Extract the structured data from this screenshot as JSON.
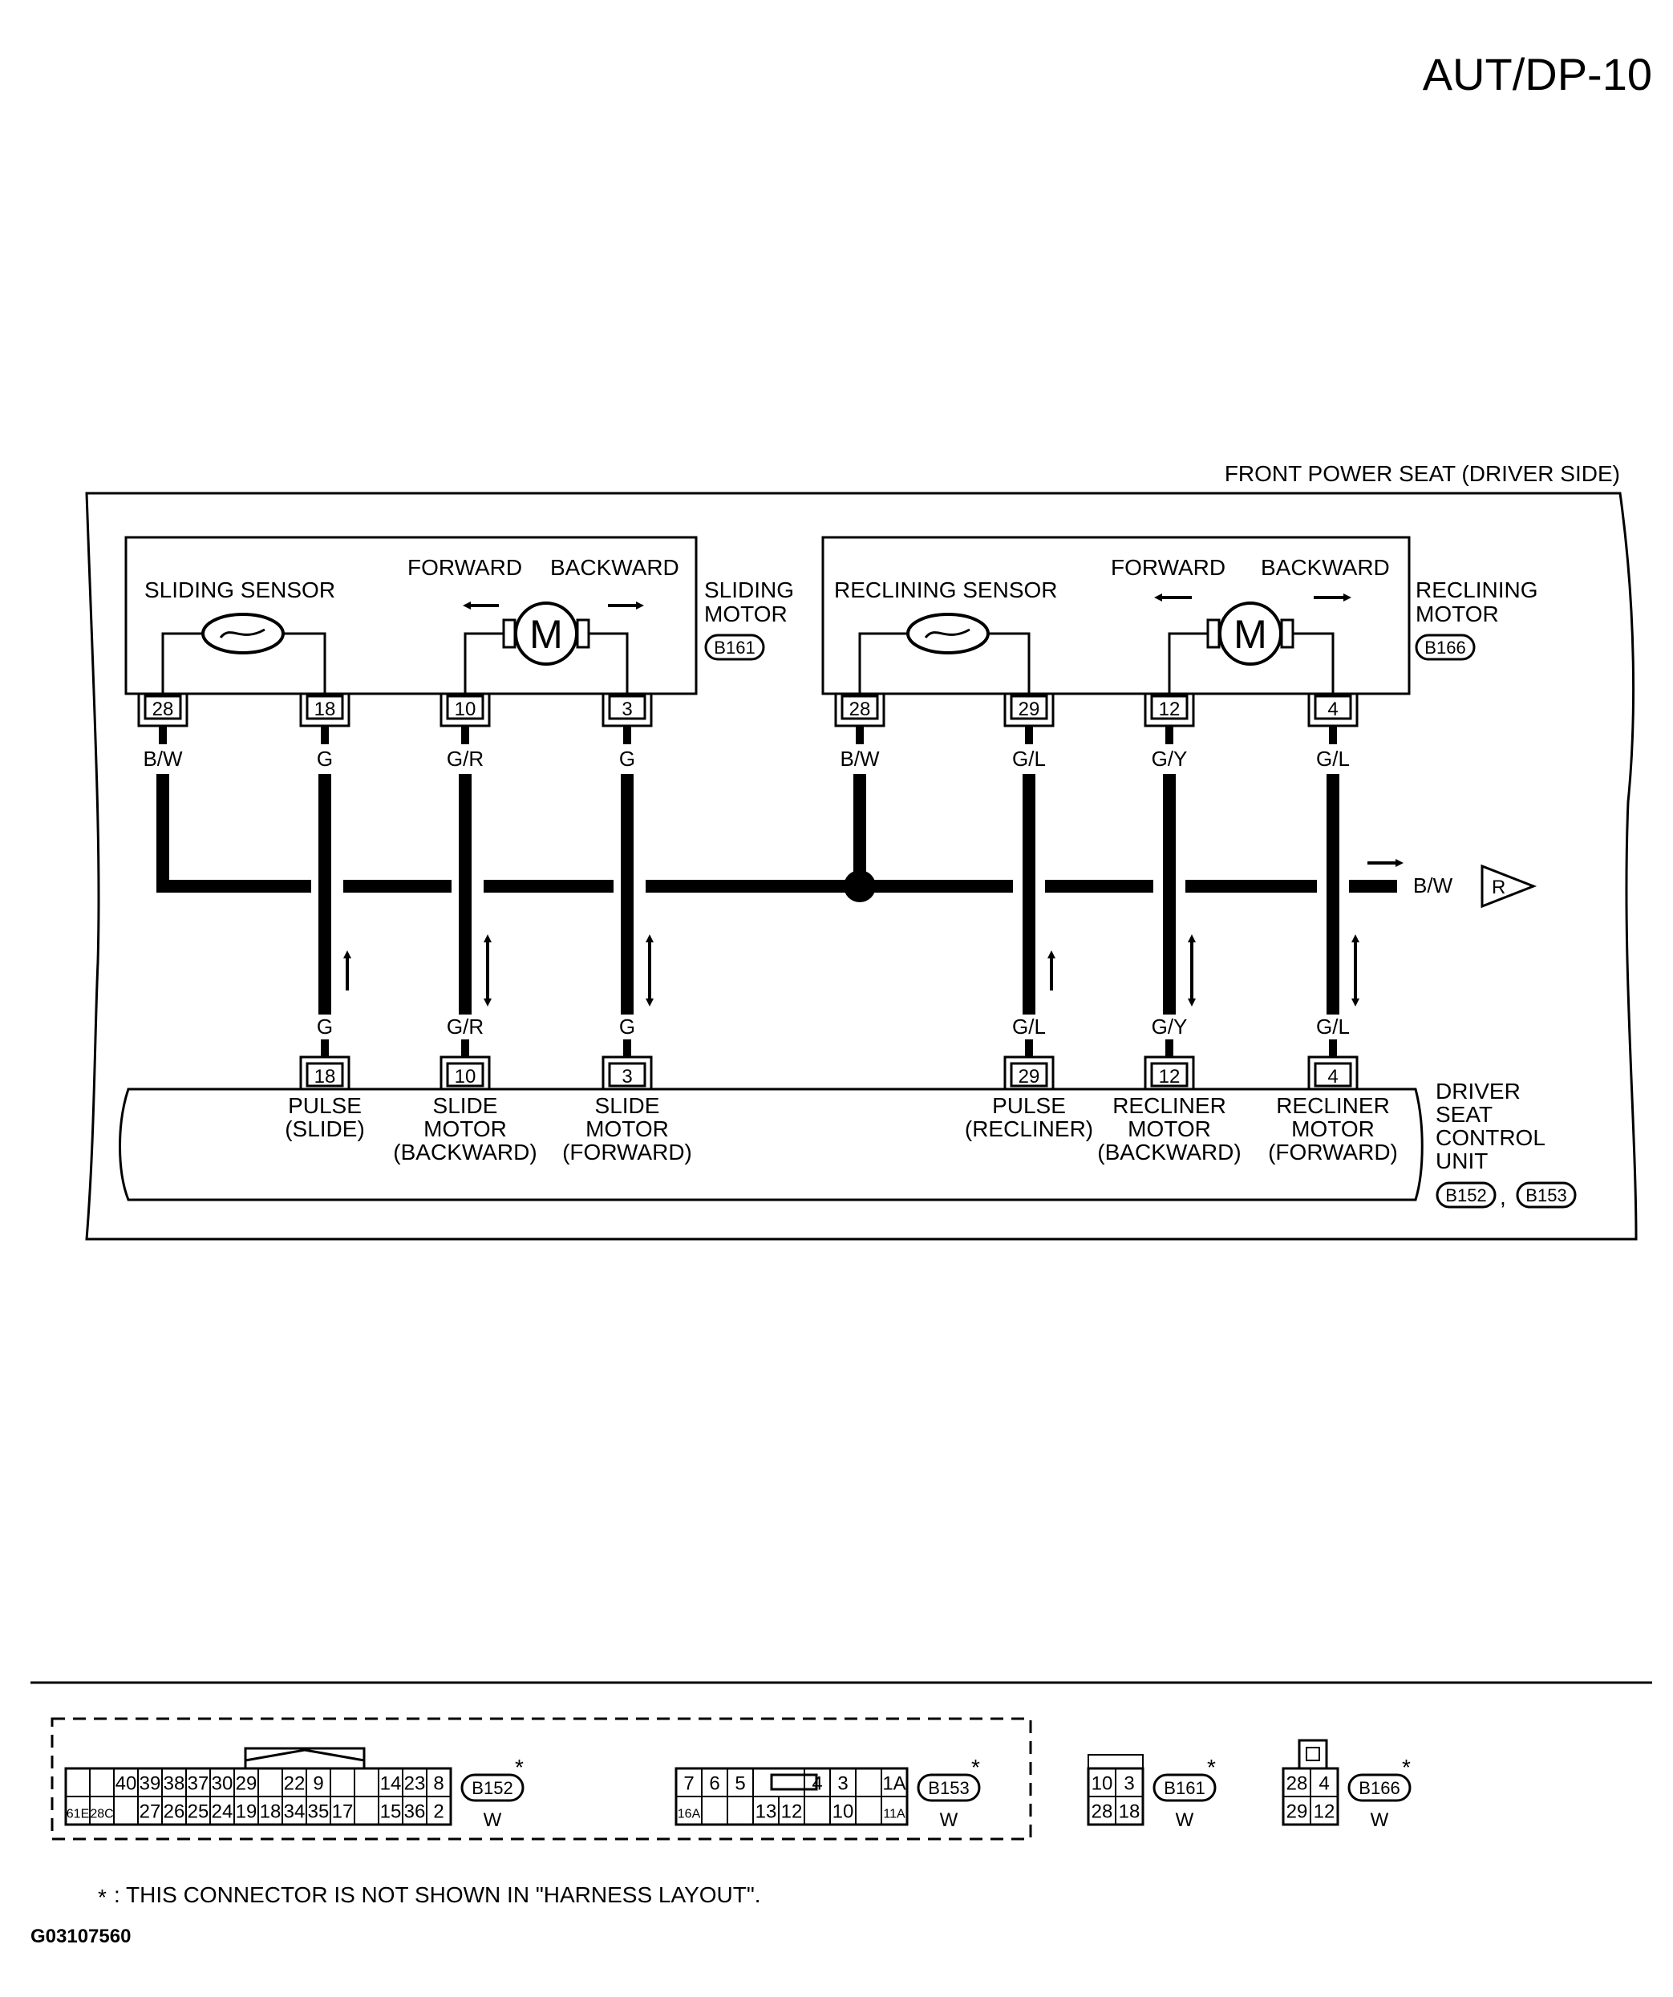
{
  "header": {
    "page_id": "AUT/DP-10"
  },
  "diagram": {
    "section_title": "FRONT POWER SEAT (DRIVER SIDE)",
    "sliding_unit": {
      "sensor_label": "SLIDING SENSOR",
      "forward_label": "FORWARD",
      "backward_label": "BACKWARD",
      "motor_symbol": "M",
      "name_line1": "SLIDING",
      "name_line2": "MOTOR",
      "connector_id": "B161",
      "pins": [
        "28",
        "18",
        "10",
        "3"
      ],
      "wire_colors": [
        "B/W",
        "G",
        "G/R",
        "G"
      ]
    },
    "reclining_unit": {
      "sensor_label": "RECLINING SENSOR",
      "forward_label": "FORWARD",
      "backward_label": "BACKWARD",
      "motor_symbol": "M",
      "name_line1": "RECLINING",
      "name_line2": "MOTOR",
      "connector_id": "B166",
      "pins": [
        "28",
        "29",
        "12",
        "4"
      ],
      "wire_colors": [
        "B/W",
        "G/L",
        "G/Y",
        "G/L"
      ]
    },
    "ground_out": {
      "wire_color": "B/W",
      "ref": "R"
    },
    "control_unit": {
      "name_lines": [
        "DRIVER",
        "SEAT",
        "CONTROL",
        "UNIT"
      ],
      "connector_ids": [
        "B152",
        "B153"
      ],
      "separator": ",",
      "terminals": [
        {
          "pin": "18",
          "color": "G",
          "lines": [
            "PULSE",
            "(SLIDE)"
          ]
        },
        {
          "pin": "10",
          "color": "G/R",
          "lines": [
            "SLIDE",
            "MOTOR",
            "(BACKWARD)"
          ]
        },
        {
          "pin": "3",
          "color": "G",
          "lines": [
            "SLIDE",
            "MOTOR",
            "(FORWARD)"
          ]
        },
        {
          "pin": "29",
          "color": "G/L",
          "lines": [
            "PULSE",
            "(RECLINER)"
          ]
        },
        {
          "pin": "12",
          "color": "G/Y",
          "lines": [
            "RECLINER",
            "MOTOR",
            "(BACKWARD)"
          ]
        },
        {
          "pin": "4",
          "color": "G/L",
          "lines": [
            "RECLINER",
            "MOTOR",
            "(FORWARD)"
          ]
        }
      ]
    }
  },
  "connectors": {
    "B152": {
      "id": "B152",
      "color": "W",
      "star": "*",
      "top_row": [
        "",
        "",
        "40",
        "39",
        "38",
        "37",
        "30",
        "29",
        "",
        "22",
        "9",
        "",
        "",
        "14",
        "23",
        "8"
      ],
      "bottom_row": [
        "61E",
        "28C",
        "",
        "27",
        "26",
        "25",
        "24",
        "19",
        "18",
        "34",
        "35",
        "17",
        "",
        "15",
        "36",
        "2"
      ]
    },
    "B153": {
      "id": "B153",
      "color": "W",
      "star": "*",
      "top_row": [
        "7",
        "6",
        "5",
        "",
        "",
        "4",
        "3",
        "",
        "1A"
      ],
      "bottom_row": [
        "16A",
        "",
        "",
        "13",
        "12",
        "",
        "10",
        "",
        "11A"
      ]
    },
    "B161": {
      "id": "B161",
      "color": "W",
      "star": "*",
      "top_row": [
        "10",
        "3"
      ],
      "bottom_row": [
        "28",
        "18"
      ]
    },
    "B166": {
      "id": "B166",
      "color": "W",
      "star": "*",
      "top_row": [
        "28",
        "4"
      ],
      "bottom_row": [
        "29",
        "12"
      ]
    }
  },
  "footnote": {
    "star": "*",
    "text": ": THIS CONNECTOR IS NOT SHOWN IN \"HARNESS LAYOUT\"."
  },
  "figure_code": "G03107560"
}
